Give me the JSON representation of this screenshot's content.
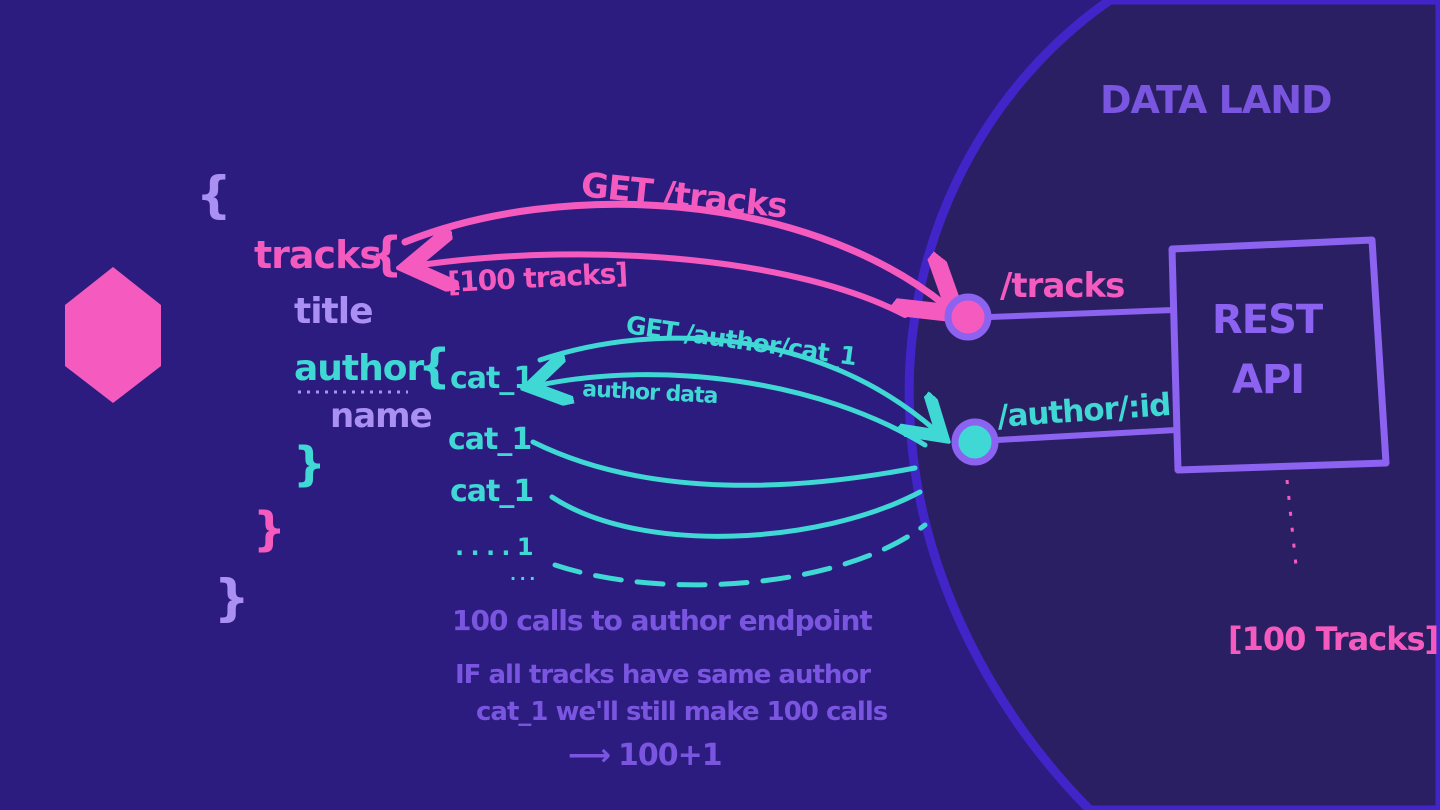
{
  "colors": {
    "background": "#2d1c80",
    "data_land_bg": "#2b1f63",
    "boundary": "#4225c8",
    "pink": "#f55bbf",
    "cyan": "#3fd8d4",
    "lavender": "#a990f2",
    "violet": "#7a55e0"
  },
  "region": {
    "title": "DATA LAND"
  },
  "client": {
    "shape": "hexagon",
    "query": {
      "open_brace": "{",
      "tracks_label": "tracks",
      "tracks_brace": "{",
      "title_field": "title",
      "author_field": "author",
      "author_brace": "{",
      "name_field": "name",
      "author_close": "}",
      "tracks_close": "}",
      "close_brace": "}"
    }
  },
  "requests": {
    "get_tracks": "GET /tracks",
    "tracks_response": "[100 tracks]",
    "get_author": "GET /author/cat_1",
    "author_response": "author data",
    "calls": [
      "cat_1",
      "cat_1",
      "cat_1",
      ". . . . 1"
    ],
    "calls_trailing_dots": ". . ."
  },
  "server": {
    "tracks_endpoint": "/tracks",
    "author_endpoint": "/author/:id",
    "api_label_line1": "REST",
    "api_label_line2": "API",
    "api_response": "[100 Tracks]"
  },
  "notes": {
    "line1": "100 calls to author endpoint",
    "line2": "IF all tracks have same author",
    "line3": "cat_1  we'll still make 100 calls",
    "arrow": "⟶",
    "result": "100+1"
  }
}
